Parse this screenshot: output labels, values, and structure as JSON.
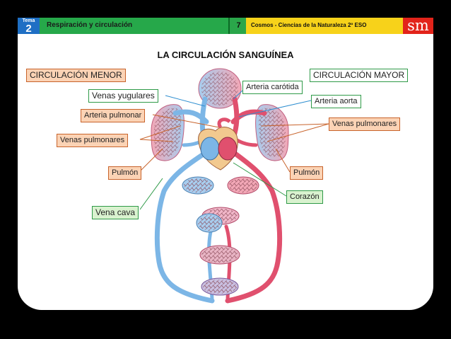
{
  "header": {
    "tema_label": "Tema",
    "tema_number": "2",
    "chapter_title": "Respiración y circulación",
    "page_number": "7",
    "book_title": "Cosmos - Ciencias de la Naturaleza 2º ESO",
    "logo_text": "sm"
  },
  "title": "LA CIRCULACIÓN SANGUÍNEA",
  "labels": {
    "circulacion_menor": "CIRCULACIÓN MENOR",
    "circulacion_mayor": "CIRCULACIÓN MAYOR",
    "venas_yugulares": "Venas yugulares",
    "arteria_carotida": "Arteria carótida",
    "arteria_aorta": "Arteria aorta",
    "arteria_pulmonar": "Arteria pulmonar",
    "venas_pulmonares_left": "Venas pulmonares",
    "venas_pulmonares_right": "Venas pulmonares",
    "pulmon_left": "Pulmón",
    "pulmon_right": "Pulmón",
    "corazon": "Corazón",
    "vena_cava": "Vena cava"
  },
  "colors": {
    "arterial": "#e0506e",
    "venous": "#7cb6e6",
    "tema_blue": "#1f6fc4",
    "header_green": "#26a84a",
    "header_yellow": "#f7d21a",
    "logo_red": "#e2231a",
    "label_orange_fill": "#fbd3b5",
    "label_green_fill": "#d9f2cf"
  }
}
